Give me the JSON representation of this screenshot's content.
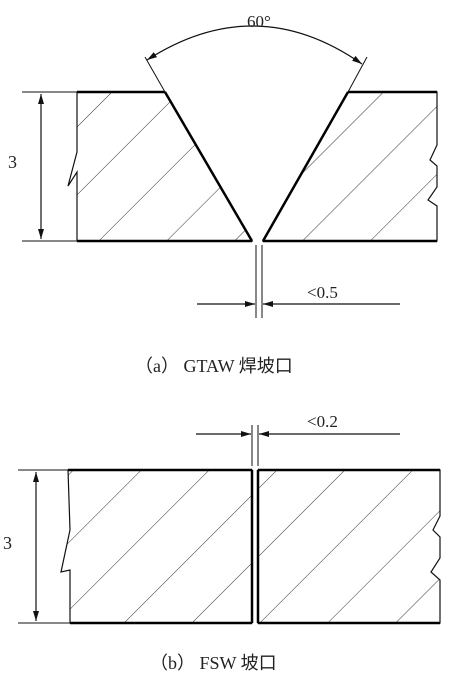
{
  "top": {
    "angle_label": "60°",
    "thickness_label": "3",
    "gap_label": "<0.5",
    "caption": "（a） GTAW 焊坡口"
  },
  "bottom": {
    "thickness_label": "3",
    "gap_label": "<0.2",
    "caption": "（b） FSW 坡口"
  }
}
